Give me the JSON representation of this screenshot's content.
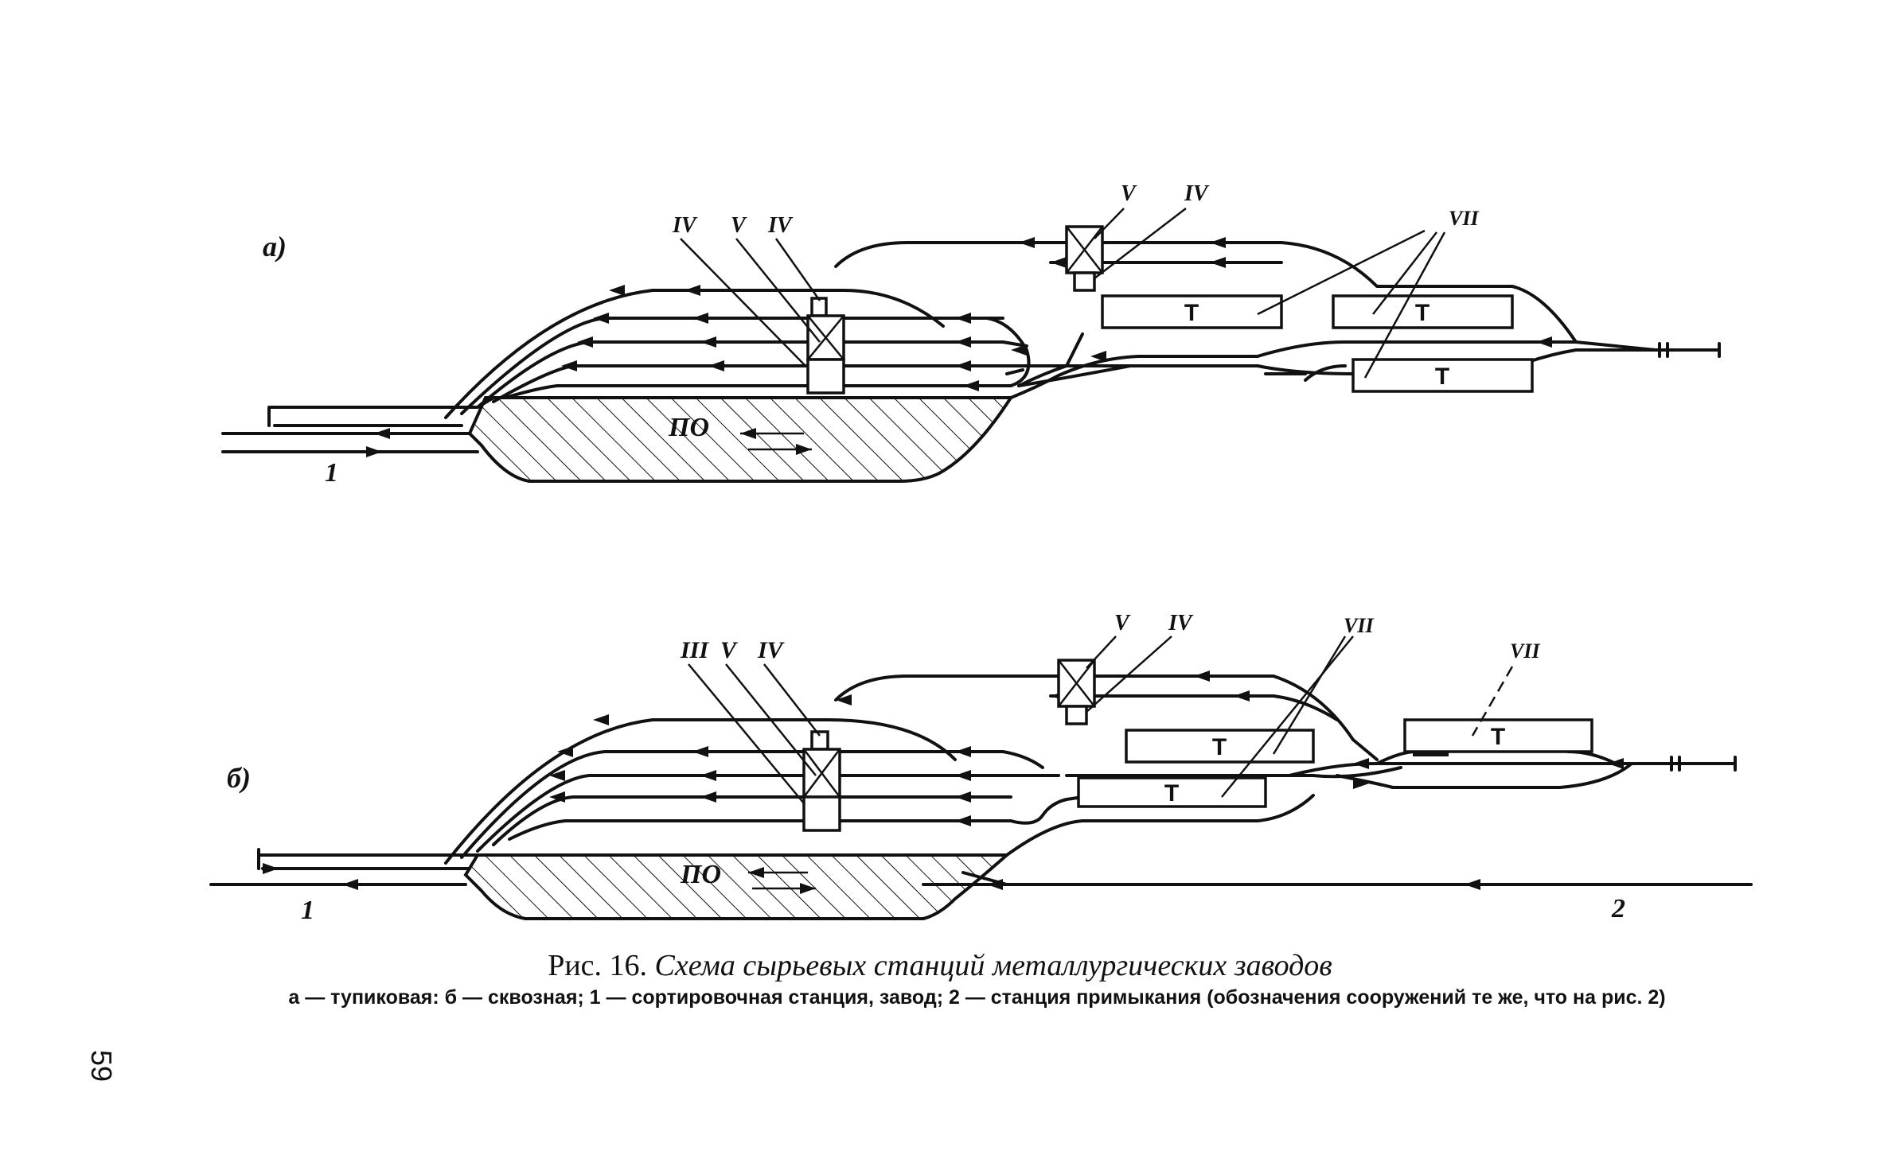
{
  "diagram_a": {
    "variant_label": "а)",
    "line_label": "1",
    "yard_label": "ПО",
    "warehouse_label": "Т",
    "callouts": {
      "left_iv_1": "IV",
      "left_v": "V",
      "left_iv_2": "IV",
      "top_v": "V",
      "top_iv": "IV",
      "vii": "VII"
    }
  },
  "diagram_b": {
    "variant_label": "б)",
    "line_label_1": "1",
    "line_label_2": "2",
    "yard_label": "ПО",
    "warehouse_label": "Т",
    "callouts": {
      "left_iii": "III",
      "left_v": "V",
      "left_iv": "IV",
      "top_v": "V",
      "top_iv": "IV",
      "vii_1": "VII",
      "vii_2": "VII"
    }
  },
  "caption": {
    "fig_prefix": "Рис. 16.",
    "title": "Схема сырьевых станций металлургических заводов",
    "legend": "а — тупиковая: б — сквозная; 1 — сортировочная станция, завод; 2 — станция примыкания (обозначения сооружений те же, что на рис. 2)"
  },
  "page_number": "59"
}
